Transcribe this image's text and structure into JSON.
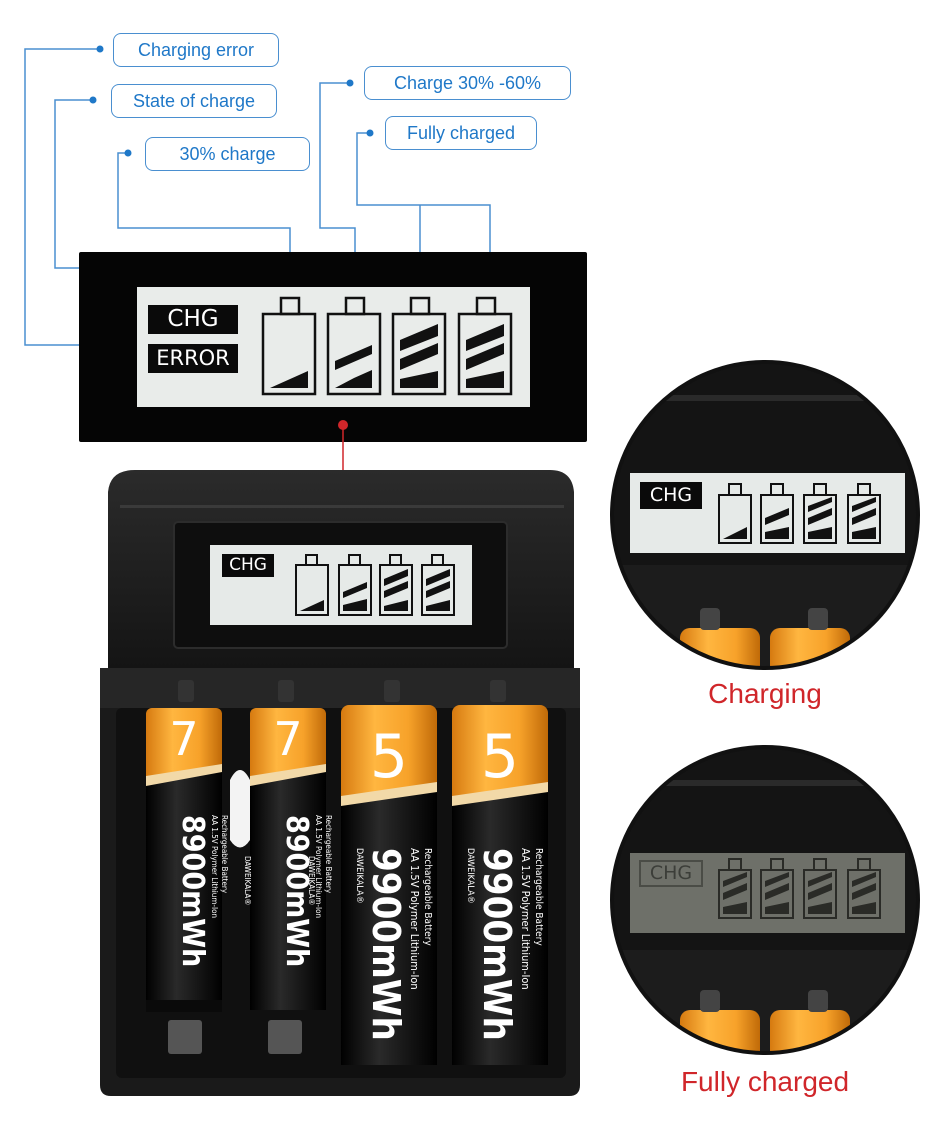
{
  "callouts": {
    "charging_error": "Charging error",
    "state_of_charge": "State of charge",
    "charge_30": "30% charge",
    "charge_30_60": "Charge 30% -60%",
    "fully_charged": "Fully charged"
  },
  "lcd_panel": {
    "chg": "CHG",
    "error": "ERROR"
  },
  "charger_lcd": {
    "chg": "CHG"
  },
  "batteries": [
    {
      "number": "7",
      "capacity": "8900mWh",
      "spec": "AA 1.5V Polymer  Lithium-Ion",
      "subtitle": "Rechargeable Battery",
      "brand": "DAWEIKALA®"
    },
    {
      "number": "7",
      "capacity": "8900mWh",
      "spec": "AA 1.5V Polymer  Lithium-Ion",
      "subtitle": "Rechargeable Battery",
      "brand": "DAWEIKALA®"
    },
    {
      "number": "5",
      "capacity": "9900mWh",
      "spec": "AA 1.5V Polymer  Lithium-Ion",
      "subtitle": "Rechargeable Battery",
      "brand": "DAWEIKALA®"
    },
    {
      "number": "5",
      "capacity": "9900mWh",
      "spec": "AA 1.5V Polymer  Lithium-Ion",
      "subtitle": "Rechargeable Battery",
      "brand": "DAWEIKALA®"
    }
  ],
  "zoom_charging": {
    "chg": "CHG",
    "label": "Charging"
  },
  "zoom_full": {
    "chg": "CHG",
    "label": "Fully charged"
  },
  "colors": {
    "accent_blue": "#1f78c8",
    "label_red": "#d0262a",
    "battery_orange": "#f39a1e",
    "indicator_red": "#d0262a"
  }
}
